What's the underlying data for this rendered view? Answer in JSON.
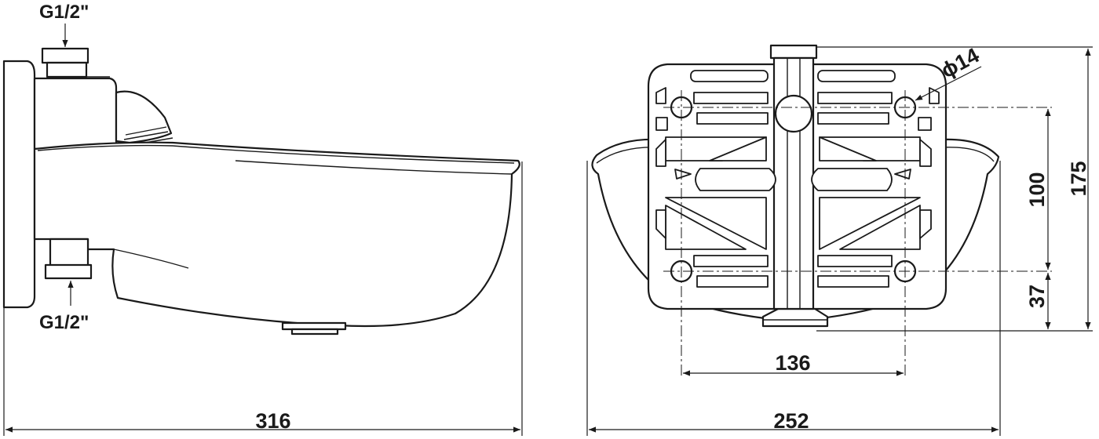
{
  "labels": {
    "thread_top": "G1/2\"",
    "thread_bottom": "G1/2\"",
    "width_side": "316",
    "width_front": "252",
    "hole_spacing_h": "136",
    "hole_spacing_v": "100",
    "total_height": "175",
    "bottom_offset": "37",
    "hole_diameter": "14",
    "diameter_symbol": "ϕ"
  }
}
